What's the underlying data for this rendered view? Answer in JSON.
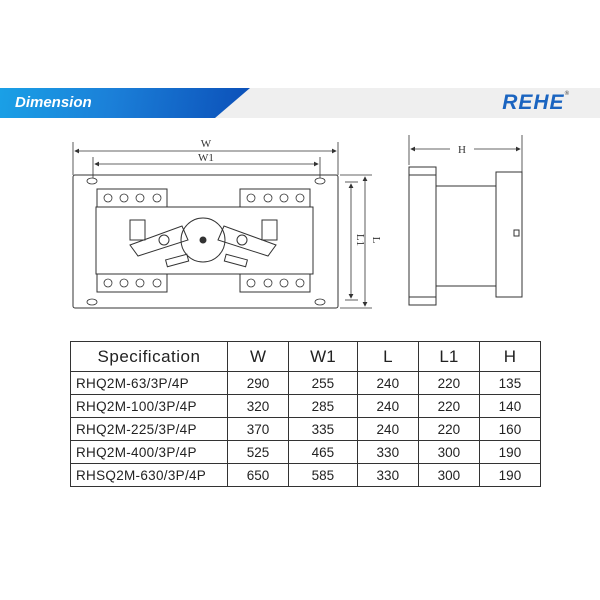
{
  "header": {
    "title": "Dimension",
    "brand": "REHE",
    "brand_mark": "®"
  },
  "drawing": {
    "front_width_label": "W",
    "front_width1_label": "W1",
    "front_length_label": "L",
    "front_length1_label": "L1",
    "side_height_label": "H"
  },
  "table": {
    "columns": [
      "Specification",
      "W",
      "W1",
      "L",
      "L1",
      "H"
    ],
    "rows": [
      [
        "RHQ2M-63/3P/4P",
        "290",
        "255",
        "240",
        "220",
        "135"
      ],
      [
        "RHQ2M-100/3P/4P",
        "320",
        "285",
        "240",
        "220",
        "140"
      ],
      [
        "RHQ2M-225/3P/4P",
        "370",
        "335",
        "240",
        "220",
        "160"
      ],
      [
        "RHQ2M-400/3P/4P",
        "525",
        "465",
        "330",
        "300",
        "190"
      ],
      [
        "RHSQ2M-630/3P/4P",
        "650",
        "585",
        "330",
        "300",
        "190"
      ]
    ]
  }
}
